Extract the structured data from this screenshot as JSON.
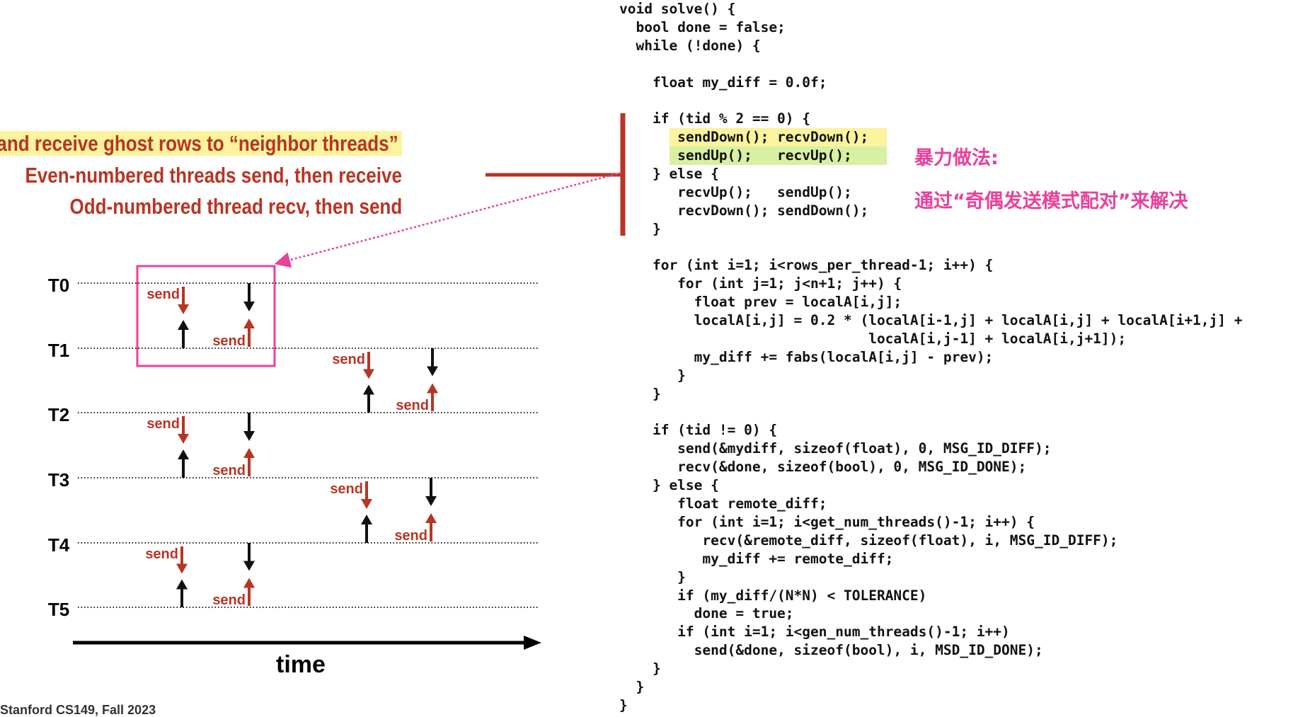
{
  "callouts": [
    "Send and receive ghost rows to “neighbor threads”",
    "Even-numbered threads send, then receive",
    "Odd-numbered thread recv, then send"
  ],
  "notes": [
    "暴力做法:",
    "通过“奇偶发送模式配对”来解决"
  ],
  "diagram": {
    "threads": [
      "T0",
      "T1",
      "T2",
      "T3",
      "T4",
      "T5"
    ],
    "send_label": "send",
    "time_label": "time"
  },
  "code_lines": [
    "void solve() {",
    "  bool done = false;",
    "  while (!done) {",
    "",
    "    float my_diff = 0.0f;",
    "",
    "    if (tid % 2 == 0) {",
    "       sendDown(); recvDown();",
    "       sendUp();   recvUp();",
    "    } else {",
    "       recvUp();   sendUp();",
    "       recvDown(); sendDown();",
    "    }",
    "",
    "    for (int i=1; i<rows_per_thread-1; i++) {",
    "       for (int j=1; j<n+1; j++) {",
    "         float prev = localA[i,j];",
    "         localA[i,j] = 0.2 * (localA[i-1,j] + localA[i,j] + localA[i+1,j] +",
    "                              localA[i,j-1] + localA[i,j+1]);",
    "         my_diff += fabs(localA[i,j] - prev);",
    "       }",
    "    }",
    "",
    "    if (tid != 0) {",
    "       send(&mydiff, sizeof(float), 0, MSG_ID_DIFF);",
    "       recv(&done, sizeof(bool), 0, MSG_ID_DONE);",
    "    } else {",
    "       float remote_diff;",
    "       for (int i=1; i<get_num_threads()-1; i++) {",
    "          recv(&remote_diff, sizeof(float), i, MSG_ID_DIFF);",
    "          my_diff += remote_diff;",
    "       }",
    "       if (my_diff/(N*N) < TOLERANCE)",
    "         done = true;",
    "       if (int i=1; i<gen_num_threads()-1; i++)",
    "         send(&done, sizeof(bool), i, MSD_ID_DONE);",
    "    }",
    "  }",
    "}"
  ],
  "highlighted_lines": [
    7,
    8
  ],
  "highlight_colors": {
    "line_7": "#fbf39d",
    "line_8": "#d7f0a2",
    "callout": "#fbf39d"
  },
  "colors": {
    "accent_red": "#b73525",
    "pink_note": "#e8419b",
    "black": "#111111"
  },
  "bottom_note": "Stanford CS149, Fall 2023"
}
